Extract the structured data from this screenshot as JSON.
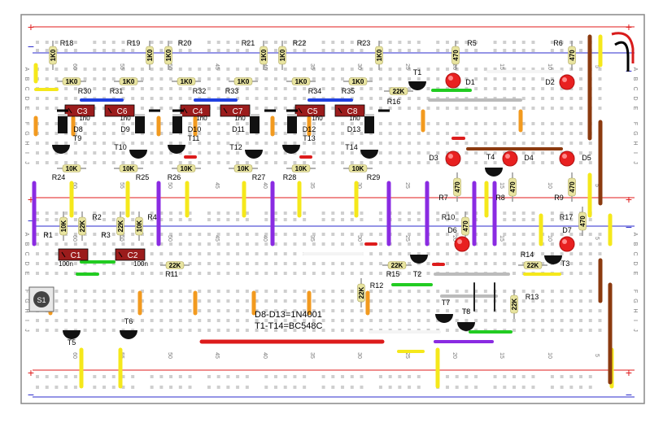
{
  "board": {
    "background": "#ffffff",
    "bus_red": "#e01b1b",
    "bus_blue": "#2b2bcc",
    "plus_sign": "+",
    "minus_sign": "−"
  },
  "column_numbers_top": [
    "60",
    "55",
    "50",
    "45",
    "40",
    "35",
    "30",
    "25",
    "20",
    "15",
    "10",
    "5"
  ],
  "column_numbers_bottom": [
    "60",
    "55",
    "50",
    "45",
    "40",
    "35",
    "30",
    "25",
    "20",
    "15",
    "10",
    "5"
  ],
  "row_letters_top": [
    "A",
    "B",
    "C",
    "D",
    "E"
  ],
  "row_letters_bottom": [
    "F",
    "G",
    "H",
    "I",
    "J"
  ],
  "resistors": [
    {
      "label": "R18",
      "value": "1K0"
    },
    {
      "label": "R19",
      "value": "1K0"
    },
    {
      "label": "R20",
      "value": "1K0"
    },
    {
      "label": "R21",
      "value": "1K0"
    },
    {
      "label": "R22",
      "value": "1K0"
    },
    {
      "label": "R23",
      "value": "1K0"
    },
    {
      "label": "R5",
      "value": "470"
    },
    {
      "label": "R6",
      "value": "470"
    },
    {
      "label": "R30",
      "value": "1K0"
    },
    {
      "label": "R31",
      "value": "1K0"
    },
    {
      "label": "R32",
      "value": "1K0"
    },
    {
      "label": "R33",
      "value": "1K0"
    },
    {
      "label": "R34",
      "value": "1K0"
    },
    {
      "label": "R35",
      "value": "1K0"
    },
    {
      "label": "R16",
      "value": "22K"
    },
    {
      "label": "R24",
      "value": "10K"
    },
    {
      "label": "R25",
      "value": "10K"
    },
    {
      "label": "R26",
      "value": "10K"
    },
    {
      "label": "R27",
      "value": "10K"
    },
    {
      "label": "R28",
      "value": "10K"
    },
    {
      "label": "R29",
      "value": "10K"
    },
    {
      "label": "R7",
      "value": "470"
    },
    {
      "label": "R8",
      "value": "470"
    },
    {
      "label": "R9",
      "value": "470"
    },
    {
      "label": "R10",
      "value": "470"
    },
    {
      "label": "R17",
      "value": "470"
    },
    {
      "label": "R1",
      "value": "10K"
    },
    {
      "label": "R2",
      "value": "22K"
    },
    {
      "label": "R3",
      "value": "22K"
    },
    {
      "label": "R4",
      "value": "10K"
    },
    {
      "label": "R11",
      "value": "22K"
    },
    {
      "label": "R14",
      "value": "22K"
    },
    {
      "label": "R15",
      "value": "22K"
    },
    {
      "label": "R12",
      "value": "22K"
    },
    {
      "label": "R13",
      "value": "22K"
    }
  ],
  "capacitors": [
    {
      "label": "C3",
      "value": "1n0"
    },
    {
      "label": "C6",
      "value": "1n0"
    },
    {
      "label": "C4",
      "value": "1n0"
    },
    {
      "label": "C7",
      "value": "1n0"
    },
    {
      "label": "C5",
      "value": "1n0"
    },
    {
      "label": "C8",
      "value": "1n0"
    },
    {
      "label": "C1",
      "value": "100n"
    },
    {
      "label": "C2",
      "value": "100n"
    }
  ],
  "diodes": [
    "D8",
    "D9",
    "D10",
    "D11",
    "D12",
    "D13"
  ],
  "leds": [
    "D1",
    "D2",
    "D3",
    "D4",
    "D5",
    "D6",
    "D7"
  ],
  "transistors": [
    "T1",
    "T2",
    "T3",
    "T4",
    "T5",
    "T6",
    "T7",
    "T8",
    "T9",
    "T10",
    "T11",
    "T12",
    "T13",
    "T14"
  ],
  "switch": {
    "label": "S1"
  },
  "notes": {
    "line1": "D8-D13=1N4001",
    "line2": "T1-T14=BC548C"
  },
  "colors": {
    "resistor_body": "#e8e4a0",
    "capacitor_body": "#9b1c1c",
    "led": "#e82020",
    "transistor": "#111111",
    "diode": "#111111",
    "wire_orange": "#f29a1f",
    "wire_yellow": "#f5e81b",
    "wire_purple": "#8a2be2",
    "wire_green": "#22cc22",
    "wire_brown": "#8b3a0f",
    "wire_red": "#dd1c1c",
    "wire_grey": "#bbbbbb",
    "wire_white": "#f4f4f4",
    "wire_blue": "#2040e0"
  }
}
